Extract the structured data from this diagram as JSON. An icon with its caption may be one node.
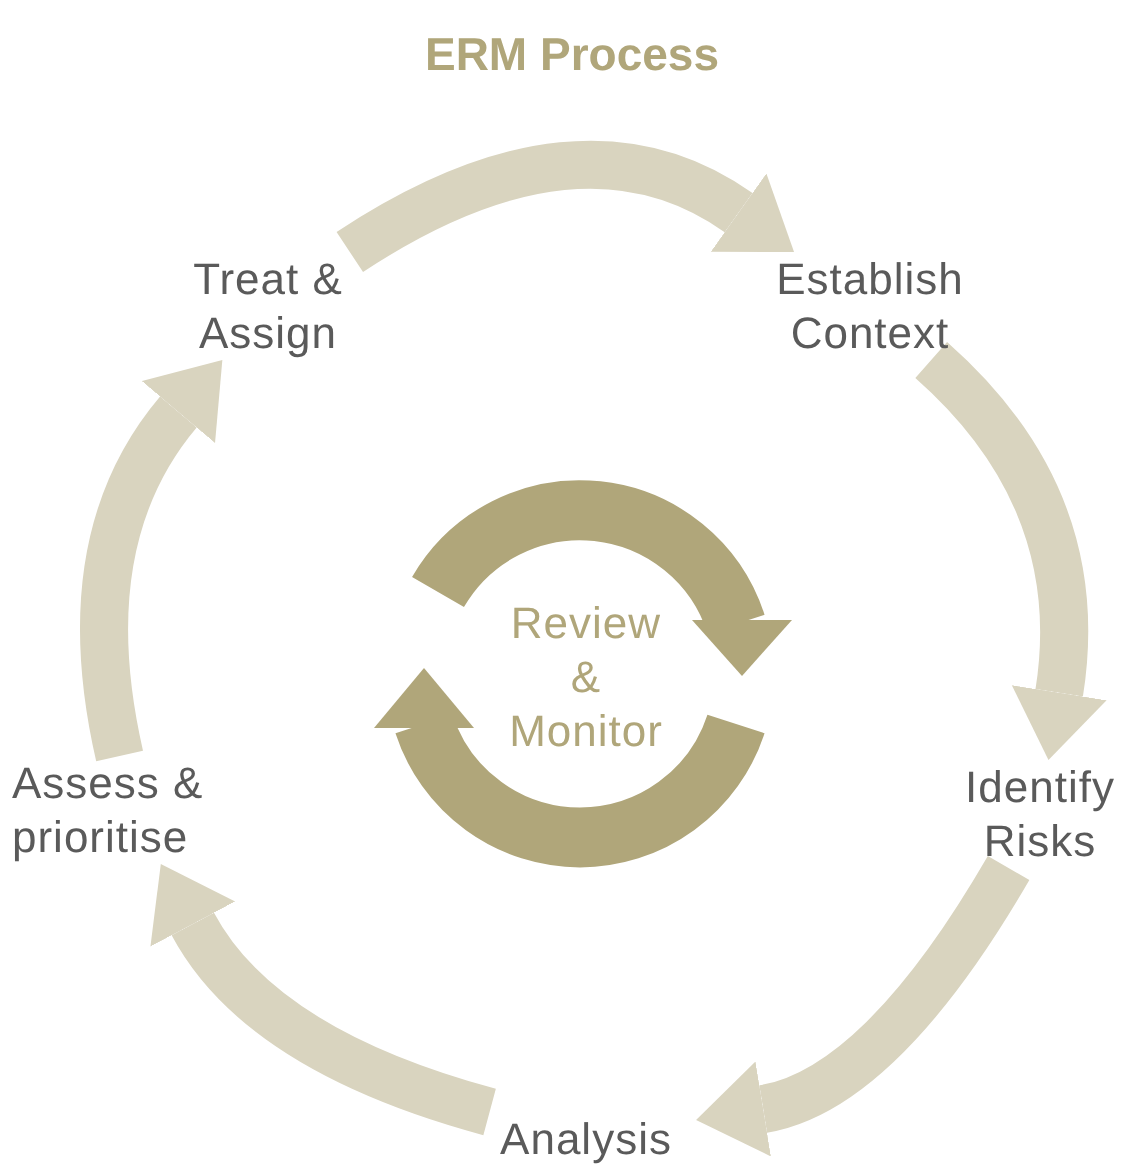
{
  "diagram": {
    "title": "ERM Process",
    "nodes": [
      {
        "text": [
          "Establish Context"
        ]
      },
      {
        "text": [
          "Identify Risks"
        ]
      },
      {
        "text": [
          "Analysis"
        ]
      },
      {
        "text": [
          "Assess & prioritise"
        ]
      },
      {
        "text": [
          "Treat & Assign"
        ]
      },
      {
        "text": [
          "Review & Monitor"
        ]
      }
    ],
    "edges": [
      {
        "from": 4,
        "to": 0,
        "arrow": "to"
      },
      {
        "from": 0,
        "to": 1,
        "arrow": "to"
      },
      {
        "from": 1,
        "to": 2,
        "arrow": "to"
      },
      {
        "from": 2,
        "to": 3,
        "arrow": "to"
      },
      {
        "from": 3,
        "to": 4,
        "arrow": "to"
      }
    ]
  }
}
